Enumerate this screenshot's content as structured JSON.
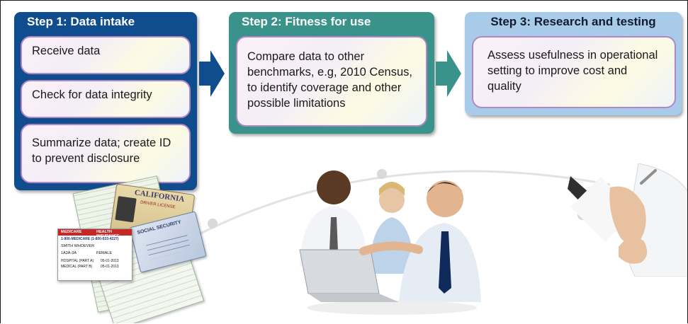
{
  "steps": [
    {
      "title": "Step 1: Data intake",
      "items": [
        "Receive data",
        "Check for data integrity",
        "Summarize data; create ID to prevent disclosure"
      ]
    },
    {
      "title": "Step 2: Fitness for use",
      "text": "Compare data to other benchmarks, e.g, 2010 Census, to identify coverage and other possible limitations"
    },
    {
      "title": "Step 3: Research and testing",
      "text": "Assess usefulness in operational setting to improve cost and quality"
    }
  ],
  "card": {
    "header": "1-800-MEDICARE (1-800-633-4227)",
    "brand": "MEDICARE",
    "plan": "HEALTH INSURANCE",
    "name": "SMITH WHOEVER",
    "id": "1A2A-3A",
    "sex": "FEMALE",
    "hospital": "HOSPITAL (PART A)",
    "medical": "MEDICAL (PART B)",
    "date_a": "05-01-2013",
    "date_b": "05-01-2013"
  },
  "license": {
    "state": "CALIFORNIA",
    "tag": "DRIVER LICENSE"
  },
  "ssn": {
    "label": "SOCIAL SECURITY"
  },
  "colors": {
    "step1": "#0f4d8e",
    "step2": "#3a938b",
    "step3": "#a7cbe9"
  }
}
